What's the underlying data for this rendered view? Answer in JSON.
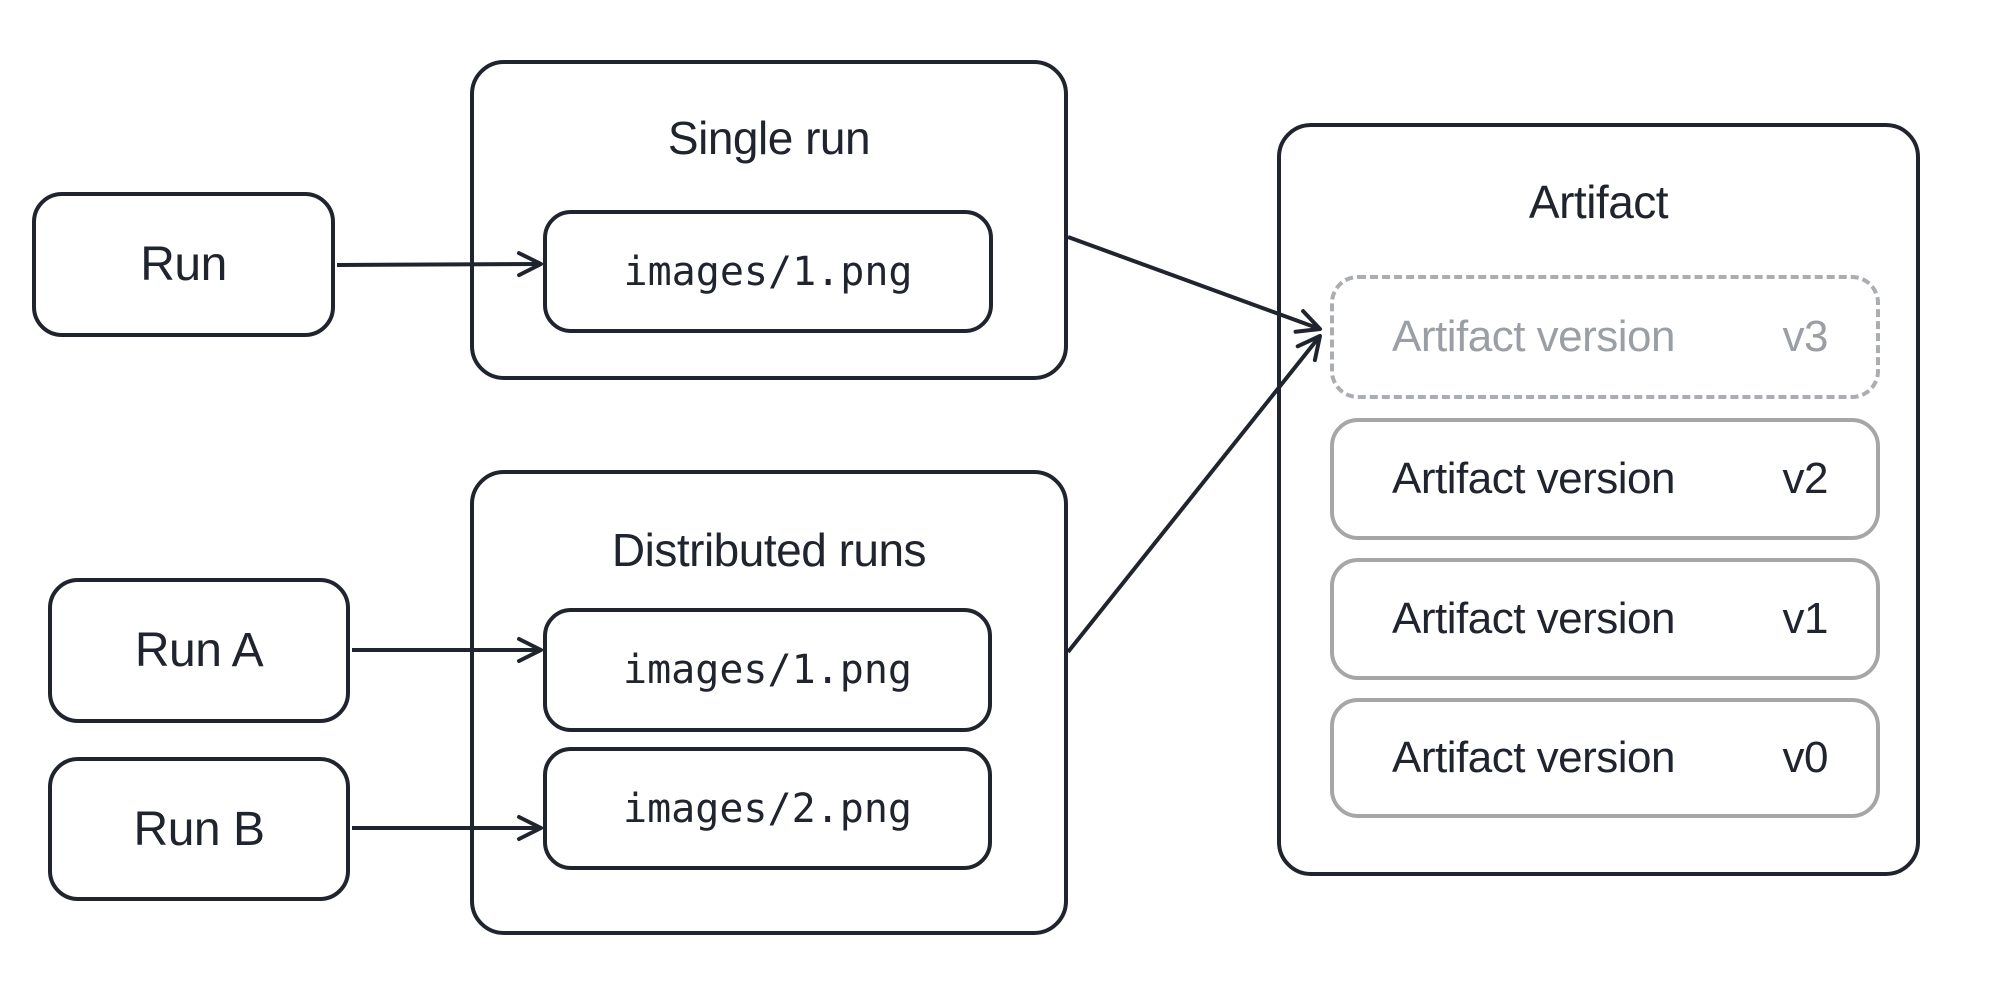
{
  "colors": {
    "dark": "#20242e",
    "gray_border": "#a6a6a6",
    "gray_text": "#9a9ea5",
    "background": "#ffffff"
  },
  "run": {
    "label": "Run"
  },
  "run_a": {
    "label": "Run A"
  },
  "run_b": {
    "label": "Run B"
  },
  "single_run": {
    "title": "Single run",
    "file": "images/1.png"
  },
  "distributed_runs": {
    "title": "Distributed runs",
    "files": [
      "images/1.png",
      "images/2.png"
    ]
  },
  "artifact": {
    "title": "Artifact",
    "versions": [
      {
        "label": "Artifact version",
        "version": "v3",
        "style": "dashed"
      },
      {
        "label": "Artifact version",
        "version": "v2",
        "style": "solid"
      },
      {
        "label": "Artifact version",
        "version": "v1",
        "style": "solid"
      },
      {
        "label": "Artifact version",
        "version": "v0",
        "style": "solid"
      }
    ]
  }
}
